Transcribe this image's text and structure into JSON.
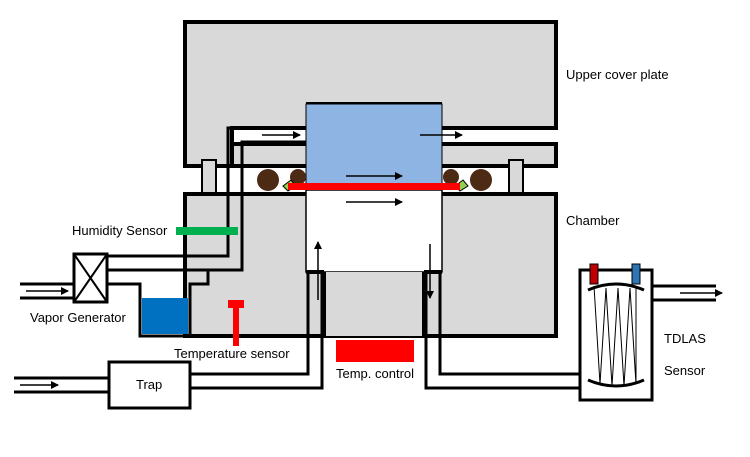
{
  "labels": {
    "upper_cover_plate": "Upper cover plate",
    "chamber": "Chamber",
    "humidity_sensor": "Humidity Sensor",
    "vapor_generator": "Vapor Generator",
    "temperature_sensor": "Temperature sensor",
    "trap": "Trap",
    "temp_control": "Temp. control",
    "tdlas": "TDLAS",
    "sensor": "Sensor"
  },
  "colors": {
    "plate_gray": "#d9d9d9",
    "outline": "#000000",
    "sample_blue": "#8eb4e3",
    "heater_red": "#ff0000",
    "humidity_green": "#00b050",
    "water_blue": "#0070c0",
    "seal_brown": "#4d2a14",
    "tdlas_red_port": "#c00000",
    "tdlas_blue_port": "#2e75b6"
  }
}
